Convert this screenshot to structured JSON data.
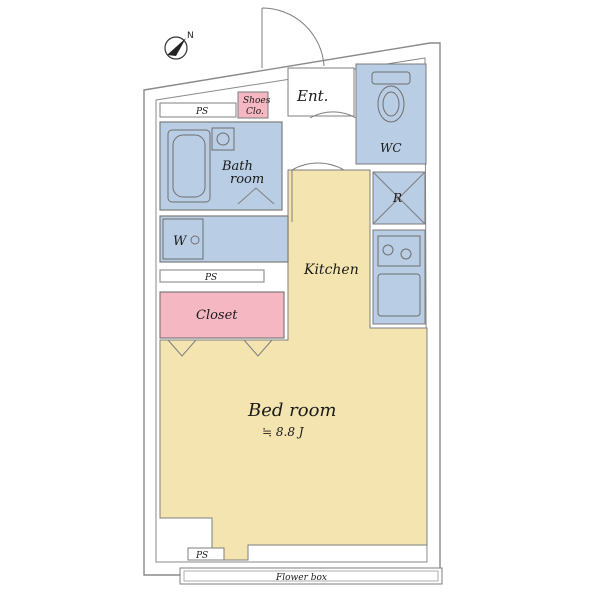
{
  "compass": {
    "north_label": "N",
    "icon": "north-arrow-icon"
  },
  "rooms": {
    "entrance": "Ent.",
    "shoes_closet_line1": "Shoes",
    "shoes_closet_line2": "Clo.",
    "wc": "WC",
    "bathroom_line1": "Bath",
    "bathroom_line2": "room",
    "washer": "W",
    "refrigerator": "R",
    "kitchen": "Kitchen",
    "closet": "Closet",
    "bedroom": "Bed room",
    "bedroom_size": "≒ 8.8 J",
    "ps_top": "PS",
    "ps_middle": "PS",
    "ps_bottom": "PS",
    "flower_box": "Flower box"
  },
  "colors": {
    "floor": "#f4e4b0",
    "fixture_blue": "#b9cde4",
    "closet_pink": "#f5b8c3",
    "wall": "#ffffff",
    "line": "#7f7f7f"
  }
}
